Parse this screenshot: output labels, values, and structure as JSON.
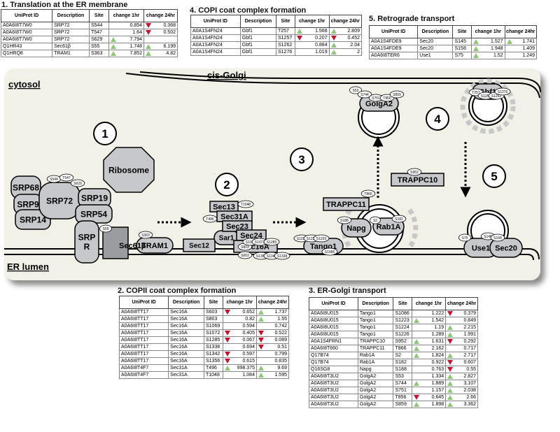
{
  "tables": [
    {
      "id": "t1",
      "title": "1. Translation at the ER membrane",
      "headers": [
        "UniProt ID",
        "Description",
        "Site",
        "change 1hr",
        "change 24hr"
      ],
      "rows": [
        [
          "A0A6I8T7W0",
          "SRP72",
          "S544",
          "",
          0.854,
          "down",
          0.368
        ],
        [
          "A0A6I8T7W0",
          "SRP72",
          "T547",
          "",
          1.64,
          "down",
          0.502
        ],
        [
          "A0A6I8T7W0",
          "SRP72",
          "S629",
          "up",
          7.794,
          "",
          ""
        ],
        [
          "Q1HR43",
          "Sec61β",
          "S55",
          "up",
          1.748,
          "up",
          6.199
        ],
        [
          "Q1HRQ8",
          "TRAM1",
          "S363",
          "up",
          7.852,
          "up",
          4.82
        ]
      ]
    },
    {
      "id": "t4",
      "title": "4. COPI coat complex formation",
      "headers": [
        "UniProt ID",
        "Description",
        "Site",
        "change 1hr",
        "change 24hr"
      ],
      "rows": [
        [
          "A0A1S4FN24",
          "Gbf1",
          "T257",
          "up",
          1.568,
          "up",
          2.809
        ],
        [
          "A0A1S4FN24",
          "Gbf1",
          "S1257",
          "down",
          0.207,
          "down",
          0.452
        ],
        [
          "A0A1S4FN24",
          "Gbf1",
          "S1262",
          "",
          0.884,
          "up",
          2.04
        ],
        [
          "A0A1S4FN24",
          "Gbf1",
          "S1276",
          "",
          1.019,
          "up",
          2
        ]
      ]
    },
    {
      "id": "t5",
      "title": "5. Retrograde transport",
      "headers": [
        "UniProt ID",
        "Description",
        "Site",
        "change 1hr",
        "change 24hr"
      ],
      "rows": [
        [
          "A0A1S4FDE9",
          "Sec20",
          "S145",
          "up",
          1.527,
          "up",
          1.741
        ],
        [
          "A0A1S4FDE9",
          "Sec20",
          "S158",
          "up",
          1.948,
          "",
          1.409
        ],
        [
          "A0A6I8TER6",
          "Use1",
          "S75",
          "up",
          1.52,
          "",
          1.249
        ]
      ]
    },
    {
      "id": "t2",
      "title": "2. COPII coat complex formation",
      "headers": [
        "UniProt ID",
        "Description",
        "Site",
        "change 1hr",
        "change 24hr"
      ],
      "rows": [
        [
          "A0A6I8TT17",
          "Sec16A",
          "S603",
          "down",
          0.652,
          "up",
          1.737
        ],
        [
          "A0A6I8TT17",
          "Sec16A",
          "S803",
          "",
          0.82,
          "up",
          1.55
        ],
        [
          "A0A6I8TT17",
          "Sec16A",
          "S1069",
          "",
          0.594,
          "",
          0.742
        ],
        [
          "A0A6I8TT17",
          "Sec16A",
          "S1072",
          "down",
          0.405,
          "down",
          0.522
        ],
        [
          "A0A6I8TT17",
          "Sec16A",
          "S1285",
          "down",
          0.067,
          "down",
          0.089
        ],
        [
          "A0A6I8TT17",
          "Sec16A",
          "S1338",
          "",
          0.694,
          "down",
          0.51
        ],
        [
          "A0A6I8TT17",
          "Sec16A",
          "S1342",
          "down",
          0.597,
          "",
          0.799
        ],
        [
          "A0A6I8TT17",
          "Sec16A",
          "S1356",
          "down",
          0.615,
          "",
          0.835
        ],
        [
          "A0A6I8T4F7",
          "Sec31A",
          "T496",
          "up",
          998.375,
          "up",
          9.69
        ],
        [
          "A0A6I8T4F7",
          "Sec31A",
          "T1048",
          "",
          1.084,
          "up",
          1.595
        ]
      ]
    },
    {
      "id": "t3",
      "title": "3. ER-Golgi transport",
      "headers": [
        "UniProt ID",
        "Description",
        "Site",
        "change 1hr",
        "change 24hr"
      ],
      "rows": [
        [
          "A0A6I8U015",
          "Tango1",
          "S1086",
          "",
          1.222,
          "down",
          0.379
        ],
        [
          "A0A6I8U015",
          "Tango1",
          "S1223",
          "up",
          1.542,
          "",
          0.849
        ],
        [
          "A0A6I8U015",
          "Tango1",
          "S1224",
          "",
          1.19,
          "up",
          2.215
        ],
        [
          "A0A6I8U015",
          "Tango1",
          "S1226",
          "",
          1.289,
          "up",
          1.991
        ],
        [
          "A0A1S4FRN1",
          "TRAPPC10",
          "S952",
          "up",
          1.631,
          "down",
          0.292
        ],
        [
          "A0A6I8T660",
          "TRAPPC11",
          "T866",
          "up",
          2.162,
          "",
          0.717
        ],
        [
          "Q17B74",
          "Rab1A",
          "S2",
          "up",
          1.824,
          "up",
          2.717
        ],
        [
          "Q17B74",
          "Rab1A",
          "S182",
          "",
          0.922,
          "down",
          0.607
        ],
        [
          "Q16SG8",
          "Napg",
          "S188",
          "",
          0.763,
          "down",
          0.55
        ],
        [
          "A0A6I8T3U2",
          "GolgA2",
          "S53",
          "",
          1.334,
          "up",
          2.827
        ],
        [
          "A0A6I8T3U2",
          "GolgA2",
          "S744",
          "up",
          1.889,
          "up",
          3.107
        ],
        [
          "A0A6I8T3U2",
          "GolgA2",
          "S751",
          "",
          1.157,
          "up",
          2.038
        ],
        [
          "A0A6I8T3U2",
          "GolgA2",
          "T856",
          "down",
          0.645,
          "up",
          2.66
        ],
        [
          "A0A6I8T3U2",
          "GolgA2",
          "S859",
          "up",
          1.898,
          "up",
          3.362
        ]
      ]
    }
  ],
  "diagram": {
    "compartments": {
      "cytosol": "cytosol",
      "er_lumen": "ER lumen",
      "cis_golgi": "cis-Golgi"
    },
    "step_numbers": [
      "1",
      "2",
      "3",
      "4",
      "5"
    ],
    "proteins": {
      "ribosome": "Ribosome",
      "srp68": "SRP68",
      "srp72": "SRP72",
      "srp9": "SRP9",
      "srp14": "SRP14",
      "srp19": "SRP19",
      "srp54": "SRP54",
      "srp_r": "SRP R",
      "sec61b": "Sec61β",
      "tram1": "TRAM1",
      "sec12": "Sec12",
      "sar1": "Sar1",
      "sec13": "Sec13",
      "sec31a": "Sec31A",
      "sec23": "Sec23",
      "sec24": "Sec24",
      "sec16a": "Sec16A",
      "tango1": "Tango1",
      "napg": "Napg",
      "trappc11": "TRAPPC11",
      "trappc10": "TRAPPC10",
      "rab1a": "Rab1A",
      "golga2": "GolgA2",
      "gbf1": "Gbf1",
      "use1": "Use1",
      "sec20": "Sec20"
    },
    "sites": {
      "srp72": [
        "S544",
        "T547",
        "S629"
      ],
      "sec61b": [
        "S55"
      ],
      "tram1": [
        "S363"
      ],
      "sec31a": [
        "T496",
        "T1048"
      ],
      "sec16a": [
        "S803",
        "S603",
        "S1069",
        "S1072",
        "S1356",
        "S1342",
        "S1338",
        "S1285"
      ],
      "tango1": [
        "S1223",
        "S1224",
        "S1226",
        "S1086"
      ],
      "napg": [
        "S188"
      ],
      "trappc11": [
        "T866"
      ],
      "rab1a": [
        "S2",
        "S182"
      ],
      "trappc10": [
        "S952"
      ],
      "golga2": [
        "S53",
        "S744",
        "S751",
        "T856",
        "S859"
      ],
      "gbf1": [
        "T257",
        "S1257",
        "S1262",
        "S1276"
      ],
      "use1": [
        "S75"
      ],
      "sec20": [
        "S145",
        "S158"
      ]
    }
  },
  "colors": {
    "membrane": "#000000",
    "panel": "#f1f1e7",
    "protein": "#c6c8cc",
    "up": "#8cc874",
    "down": "#c8102e"
  }
}
